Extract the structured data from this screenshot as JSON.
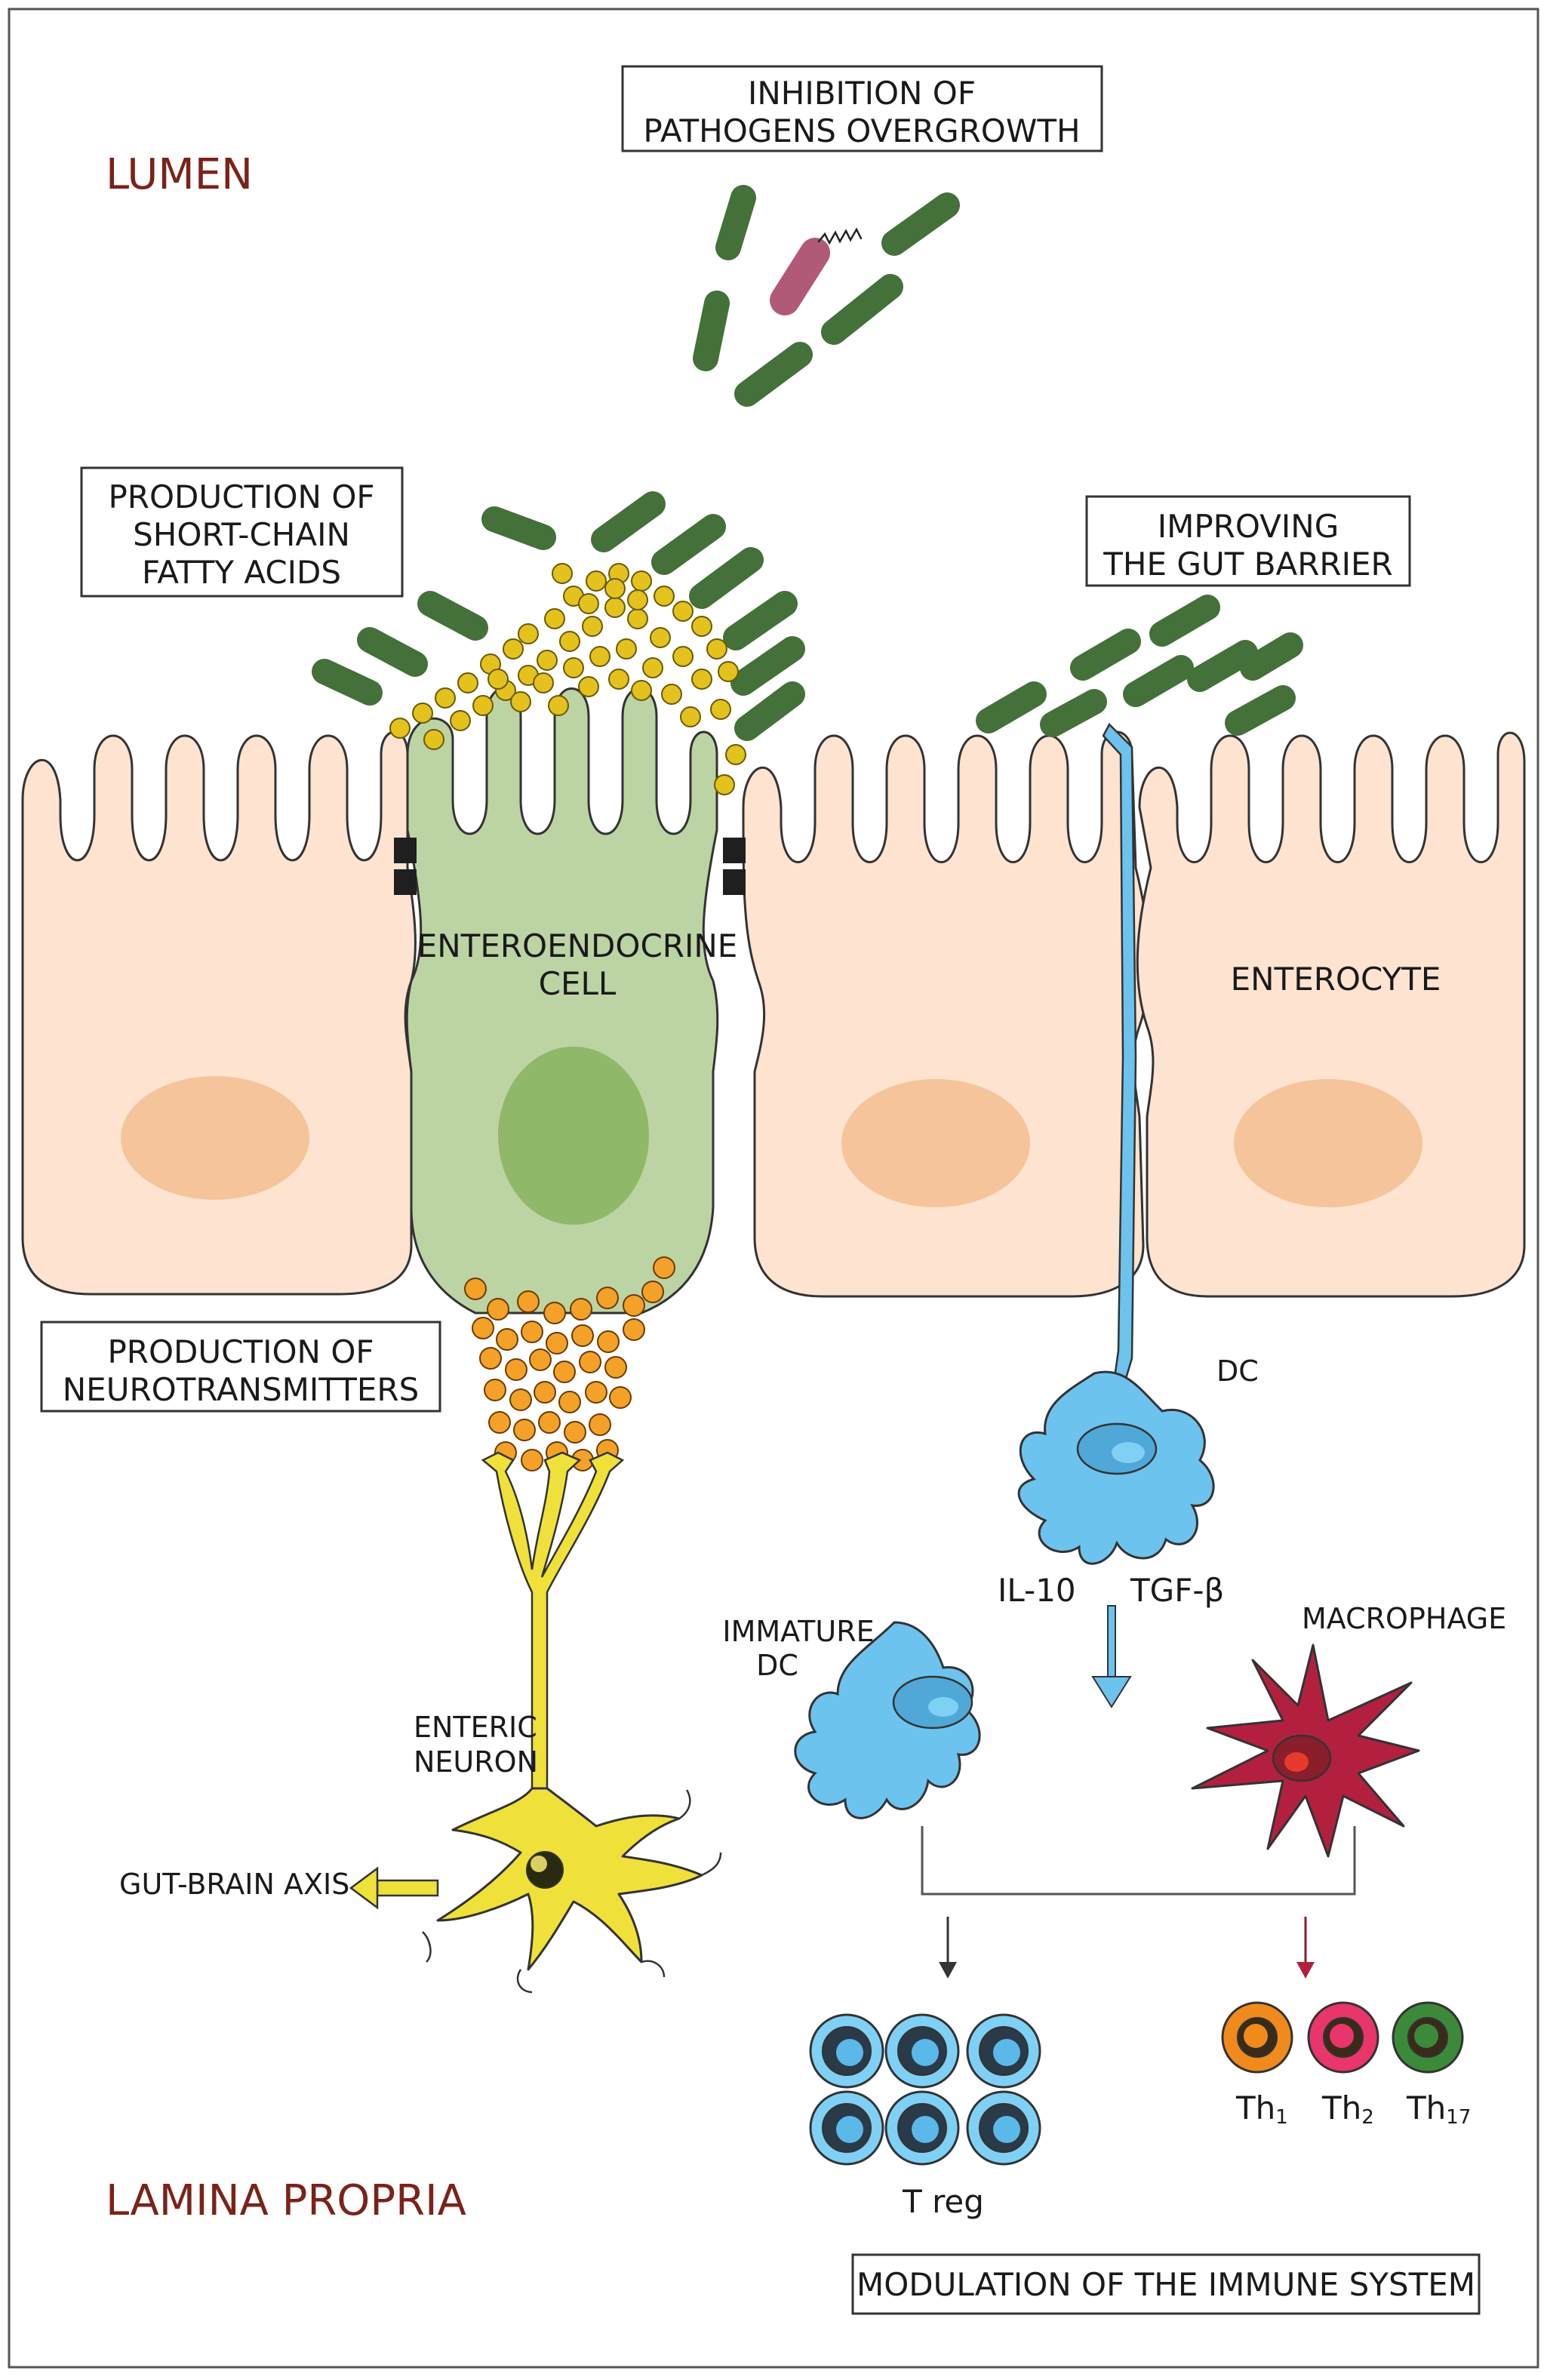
{
  "regions": {
    "lumen": "LUMEN",
    "lamina_propria": "LAMINA PROPRIA"
  },
  "boxes": {
    "inhibition": [
      "INHIBITION OF",
      "PATHOGENS OVERGROWTH"
    ],
    "scfa": [
      "PRODUCTION OF",
      "SHORT-CHAIN",
      "FATTY ACIDS"
    ],
    "barrier": [
      "IMPROVING",
      "THE GUT BARRIER"
    ],
    "neurotransmitters": [
      "PRODUCTION OF",
      "NEUROTRANSMITTERS"
    ],
    "immune": "MODULATION OF THE IMMUNE SYSTEM"
  },
  "cells": {
    "enteroendocrine": [
      "ENTEROENDOCRINE",
      "CELL"
    ],
    "enterocyte": "ENTEROCYTE",
    "dc": "DC",
    "immature_dc": [
      "IMMATURE",
      "DC"
    ],
    "macrophage": "MACROPHAGE",
    "enteric_neuron": [
      "ENTERIC",
      "NEURON"
    ],
    "treg": "T reg"
  },
  "cytokines": {
    "il10": "IL-10",
    "tgf": "TGF-β"
  },
  "axis": "GUT-BRAIN AXIS",
  "th_cells": [
    {
      "main": "Th",
      "sub": "1",
      "color": "#f08a1c"
    },
    {
      "main": "Th",
      "sub": "2",
      "color": "#e8356a"
    },
    {
      "main": "Th",
      "sub": "17",
      "color": "#3a8a3a"
    }
  ],
  "colors": {
    "bacteria": "#44703a",
    "pathogen": "#b05a78",
    "enterocyte": "#fde3d0",
    "enterocyte_nucleus": "#f6c49a",
    "eec": "#bcd4a4",
    "eec_nucleus": "#8fb868",
    "scfa_dots": "#e3c21e",
    "neurotransmitter_dots": "#f3a128",
    "neuron": "#efe13a",
    "dc": "#6cc3ee",
    "macrophage": "#b3203f",
    "region_text": "#7b2319"
  }
}
